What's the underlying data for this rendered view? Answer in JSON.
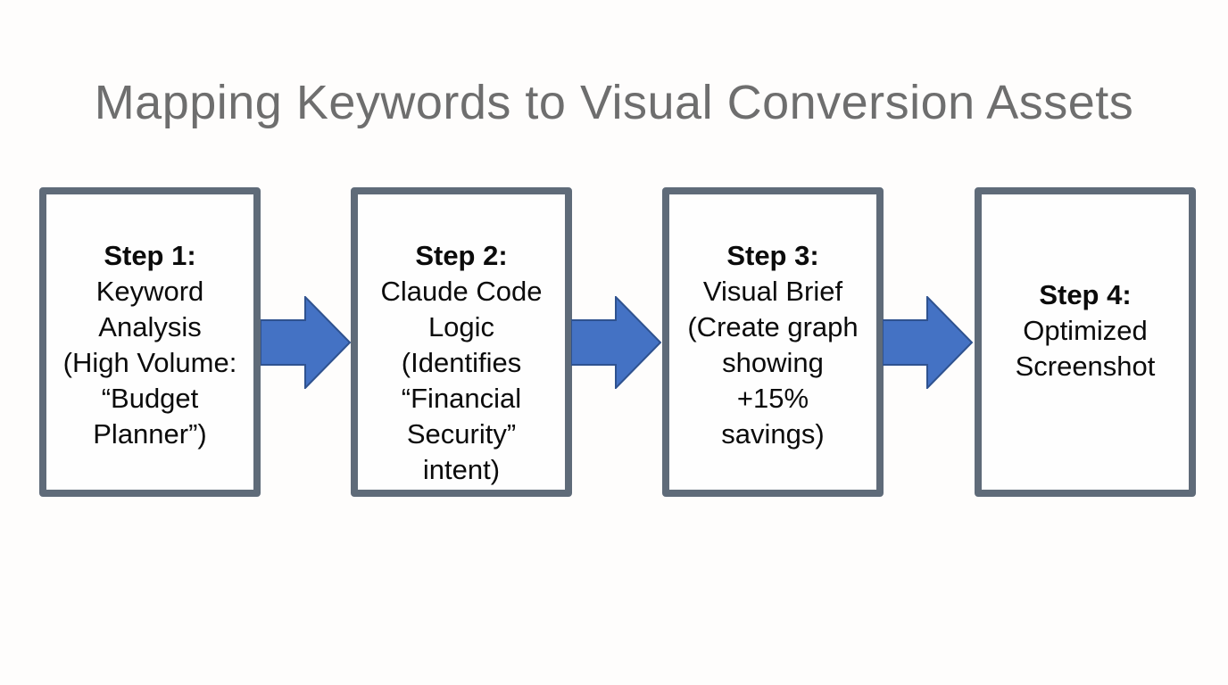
{
  "title": "Mapping Keywords to Visual Conversion Assets",
  "steps": [
    {
      "heading": "Step 1:",
      "body": "Keyword\nAnalysis\n(High Volume:\n“Budget\nPlanner”)"
    },
    {
      "heading": "Step 2:",
      "body": "Claude Code\nLogic\n(Identifies\n“Financial\nSecurity”\nintent)"
    },
    {
      "heading": "Step 3:",
      "body": "Visual Brief\n(Create graph\nshowing\n+15%\nsavings)"
    },
    {
      "heading": "Step 4:",
      "body": "Optimized\nScreenshot"
    }
  ],
  "colors": {
    "arrow_fill": "#4472C4",
    "arrow_border": "#2F528F",
    "box_border": "#5f6b79",
    "title_color": "#6e6e6e",
    "body_text": "#0b0b0b",
    "background": "#fefdfc"
  }
}
